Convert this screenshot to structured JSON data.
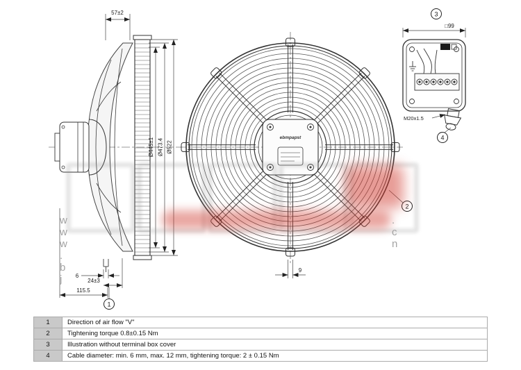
{
  "drawing": {
    "dims": {
      "top_width": "57±2",
      "dia_impeller": "Ø445±1",
      "dia_ring": "Ø473.4",
      "dia_outer": "Ø522",
      "bottom_6": "6",
      "bottom_24": "24±3",
      "bottom_115": "115.5",
      "strut_9": "9",
      "box_99": "□99",
      "gland_thread": "M20x1.5"
    },
    "callouts": {
      "c1": "1",
      "c2": "2",
      "c3": "3",
      "c4": "4"
    },
    "logo": "ebmpapst"
  },
  "watermark": {
    "url_left": "w w w . b j",
    "url_right": ". c n"
  },
  "notes": {
    "rows": [
      {
        "no": "1",
        "text": "Direction of air flow \"V\""
      },
      {
        "no": "2",
        "text": "Tightening torque 0.8±0.15 Nm"
      },
      {
        "no": "3",
        "text": "Illustration without terminal box cover"
      },
      {
        "no": "4",
        "text": "Cable diameter: min. 6 mm, max. 12 mm, tightening torque: 2 ± 0.15 Nm"
      }
    ]
  }
}
